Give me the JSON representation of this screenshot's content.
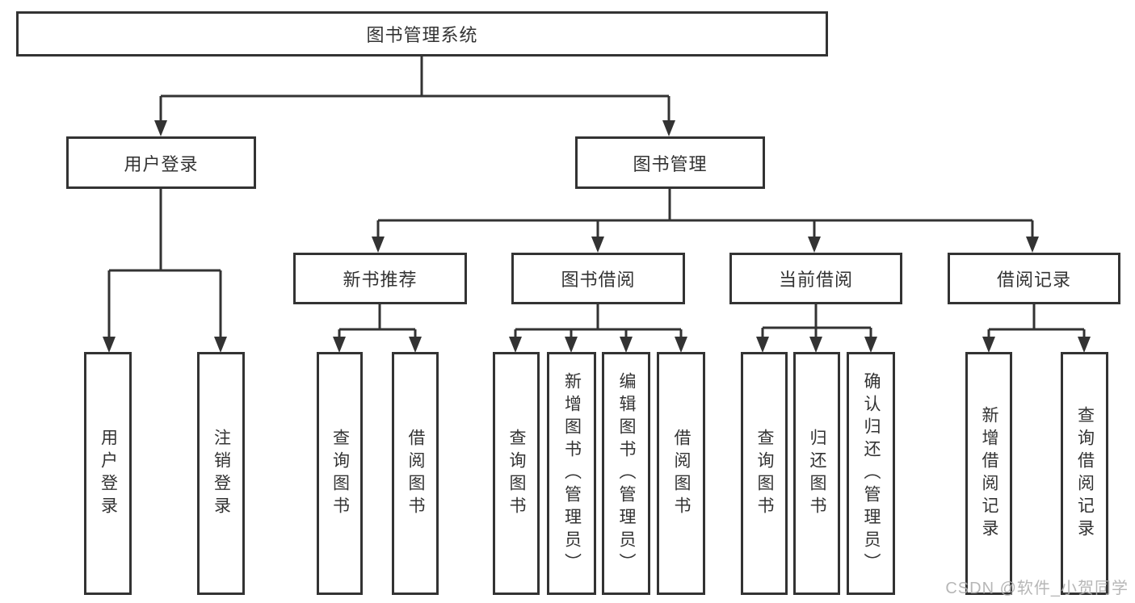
{
  "colors": {
    "line": "#333333",
    "box_border": "#333333",
    "box_background": "#ffffff",
    "text": "#333333",
    "watermark": "#afafaf"
  },
  "tree": {
    "root": {
      "label": "图书管理系统",
      "children": [
        {
          "label": "用户登录",
          "children": [
            {
              "label": "用户登录"
            },
            {
              "label": "注销登录"
            }
          ]
        },
        {
          "label": "图书管理",
          "children": [
            {
              "label": "新书推荐",
              "children": [
                {
                  "label": "查询图书"
                },
                {
                  "label": "借阅图书"
                }
              ]
            },
            {
              "label": "图书借阅",
              "children": [
                {
                  "label": "查询图书"
                },
                {
                  "label": "新增图书（管理员）"
                },
                {
                  "label": "编辑图书（管理员）"
                },
                {
                  "label": "借阅图书"
                }
              ]
            },
            {
              "label": "当前借阅",
              "children": [
                {
                  "label": "查询图书"
                },
                {
                  "label": "归还图书"
                },
                {
                  "label": "确认归还（管理员）"
                }
              ]
            },
            {
              "label": "借阅记录",
              "children": [
                {
                  "label": "新增借阅记录"
                },
                {
                  "label": "查询借阅记录"
                }
              ]
            }
          ]
        }
      ]
    }
  },
  "watermark": {
    "text": "CSDN @软件_小贺同学"
  }
}
